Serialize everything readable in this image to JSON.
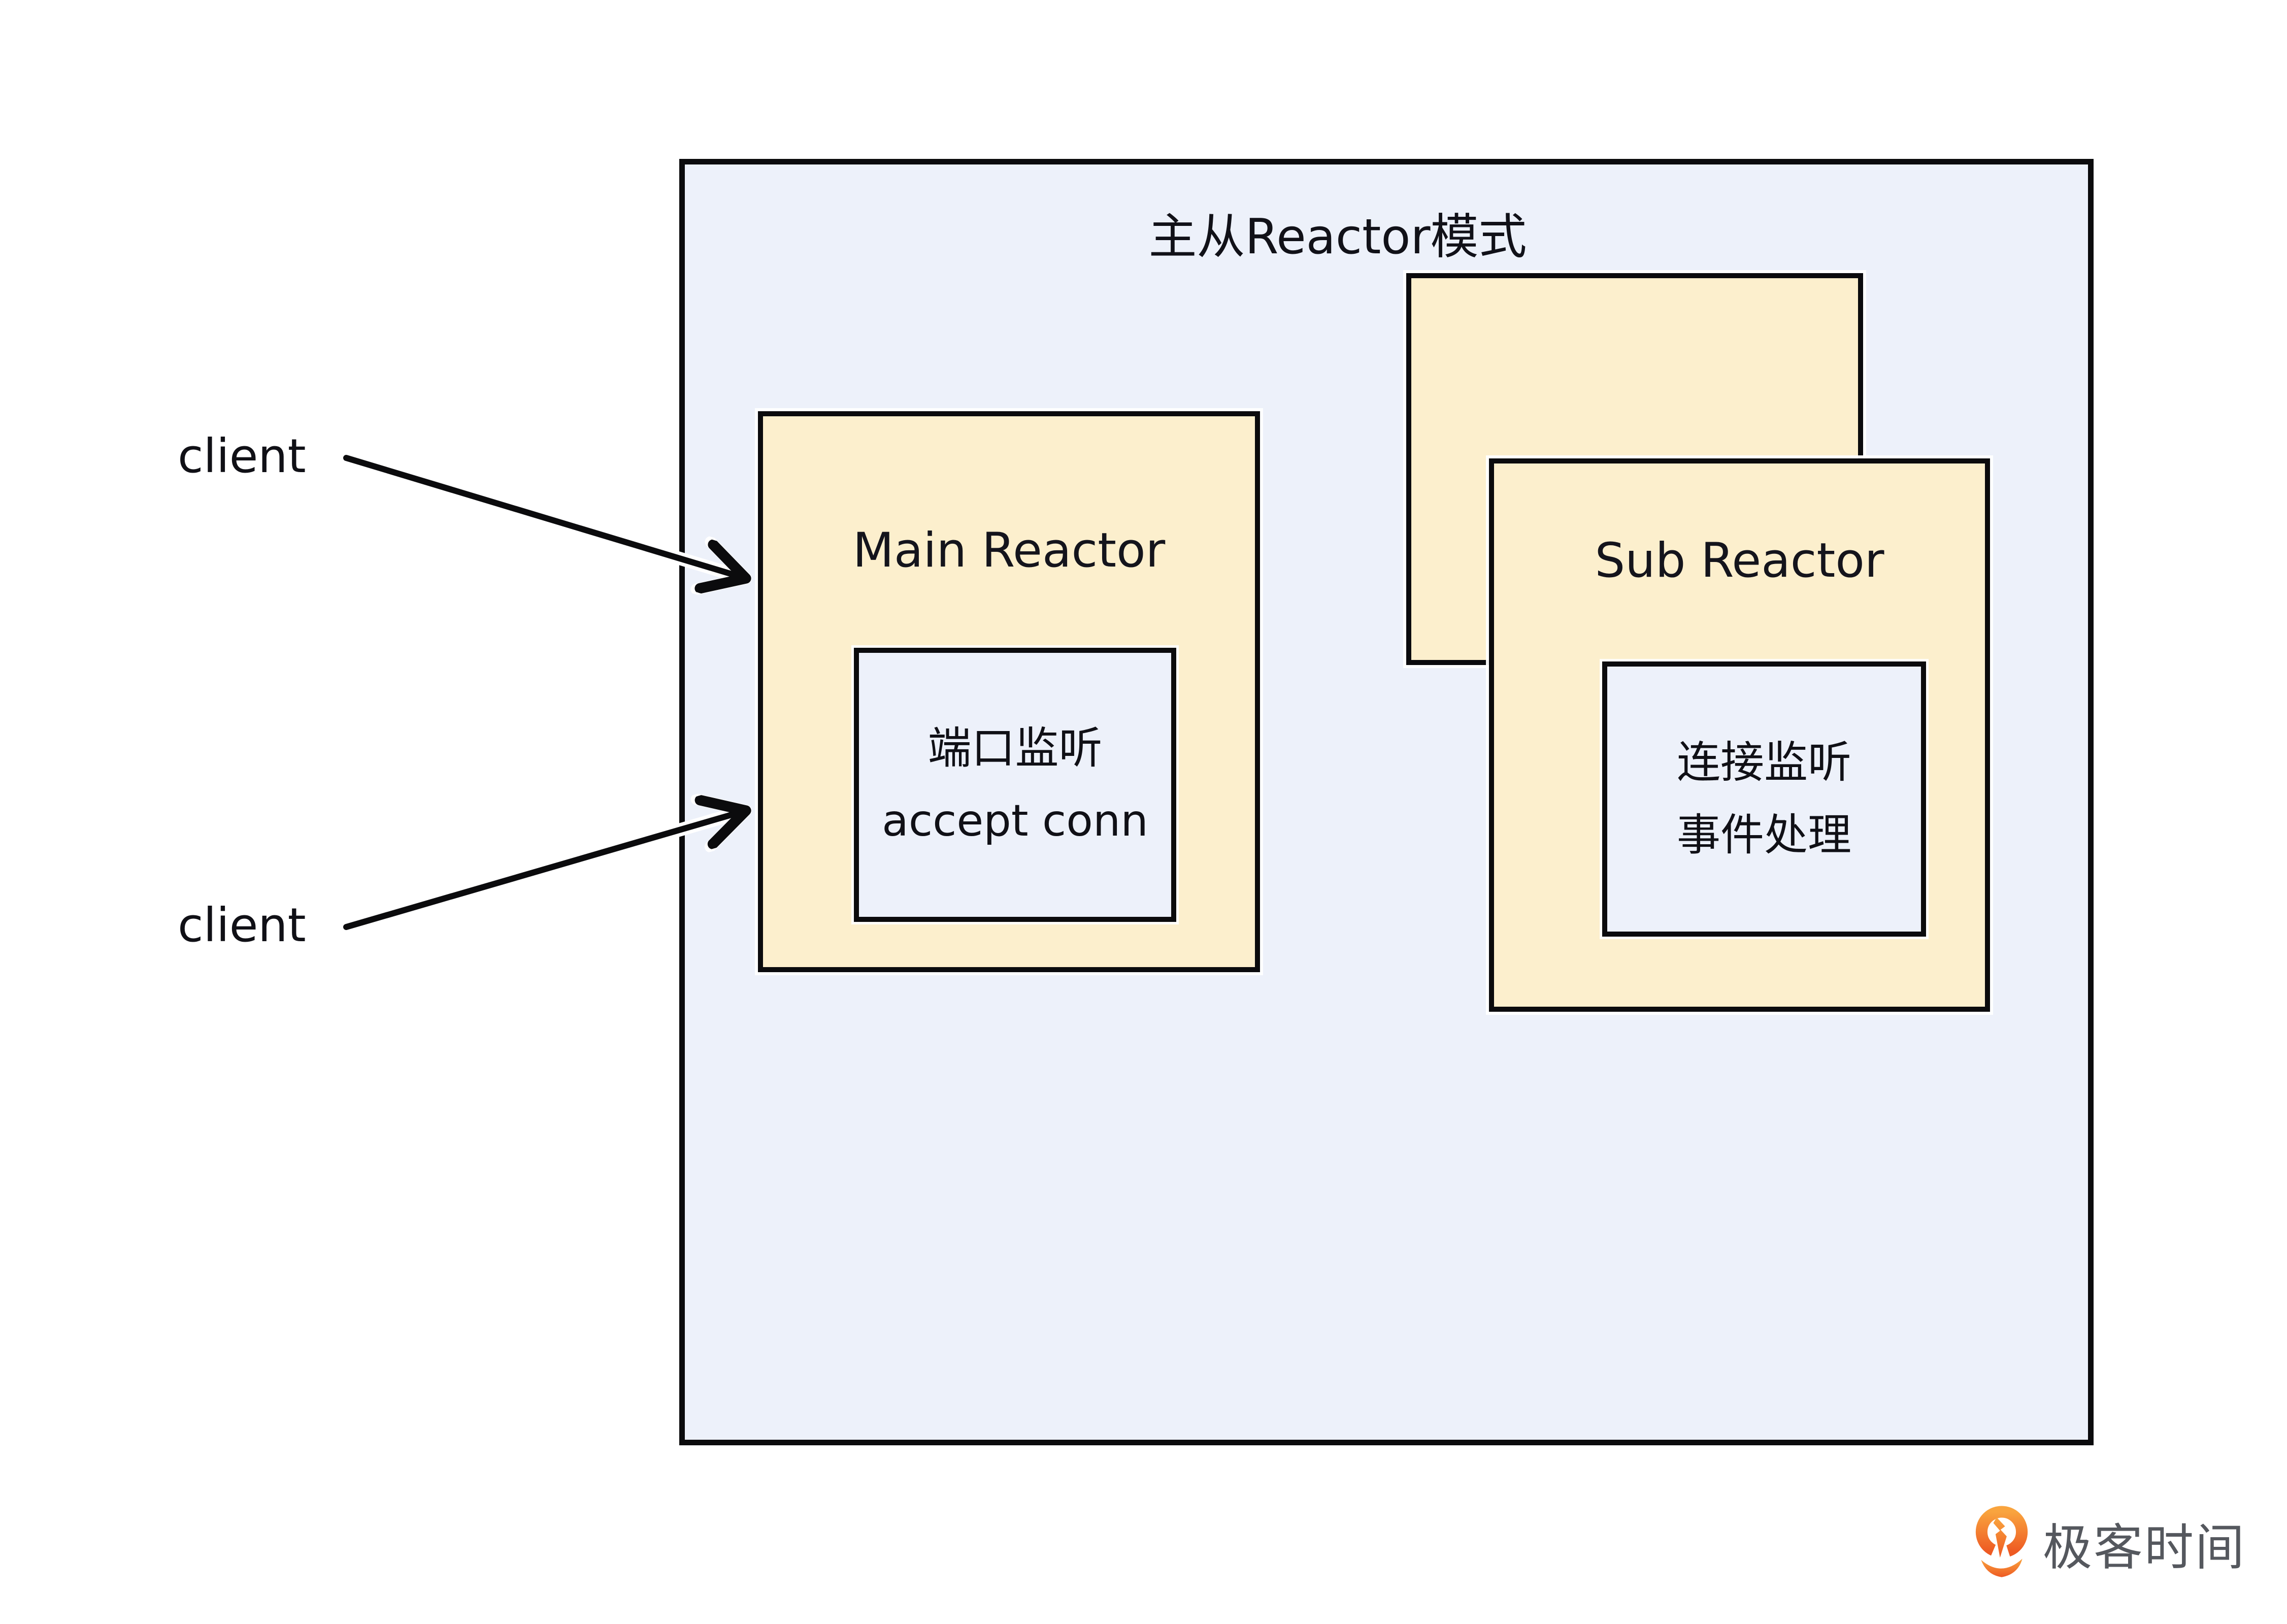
{
  "diagram": {
    "title": "主从Reactor模式",
    "clients": {
      "top": "client",
      "bottom": "client"
    },
    "main_reactor": {
      "label": "Main Reactor",
      "inner": {
        "line1": "端口监听",
        "line2": "accept conn"
      }
    },
    "sub_reactor": {
      "label": "Sub Reactor",
      "inner": {
        "line1": "连接监听",
        "line2": "事件处理"
      }
    }
  },
  "logo": {
    "text": "极客时间",
    "icon": "geektime-pin-icon"
  },
  "colors": {
    "panel_fill": "#EDF1FA",
    "reactor_box_fill": "#FCEFCD",
    "inner_box_fill": "#EDF1FA",
    "border": "#0B0B0D",
    "text": "#101016",
    "logo_text": "#55585E",
    "logo_orange_light": "#F9A43E",
    "logo_orange_dark": "#EE5A23"
  }
}
